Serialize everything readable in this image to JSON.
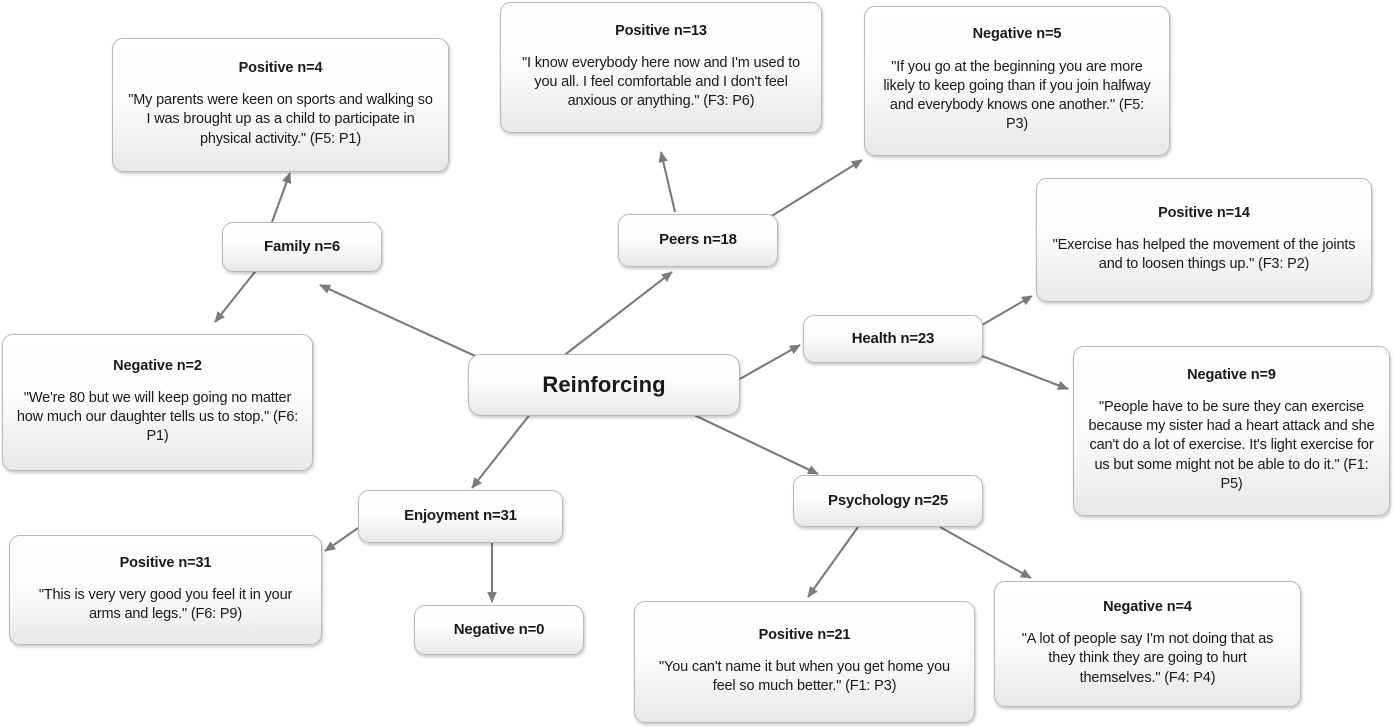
{
  "diagram": {
    "title": "Reinforcing",
    "palette": {
      "edge_color": "#7b7b7b",
      "node_border": "#b9b9b9",
      "node_fill_top": "#ffffff",
      "node_fill_bottom": "#e8e8e8",
      "text_color": "#1a1a1a",
      "background": "#ffffff"
    },
    "center": {
      "label": "Reinforcing"
    },
    "categories": [
      {
        "id": "family",
        "label": "Family n=6"
      },
      {
        "id": "peers",
        "label": "Peers n=18"
      },
      {
        "id": "health",
        "label": "Health n=23"
      },
      {
        "id": "enjoyment",
        "label": "Enjoyment n=31"
      },
      {
        "id": "psychology",
        "label": "Psychology n=25"
      }
    ],
    "quotes": [
      {
        "id": "family-positive",
        "title": "Positive n=4",
        "text": "\"My parents were keen on sports and walking so I was brought up as a child to participate in physical activity.\" (F5: P1)"
      },
      {
        "id": "family-negative",
        "title": "Negative n=2",
        "text": "\"We're 80 but we will keep going no matter how much our daughter tells us to stop.\" (F6: P1)"
      },
      {
        "id": "peers-positive",
        "title": "Positive n=13",
        "text": "\"I know everybody here now and I'm used to you all. I feel comfortable and I don't feel anxious or anything.\" (F3: P6)"
      },
      {
        "id": "peers-negative",
        "title": "Negative n=5",
        "text": "\"If you go at the beginning you are more likely to keep going than if you join halfway and everybody knows one another.\" (F5: P3)"
      },
      {
        "id": "health-positive",
        "title": "Positive n=14",
        "text": "\"Exercise has helped the movement of the joints and to loosen things up.\" (F3: P2)"
      },
      {
        "id": "health-negative",
        "title": "Negative n=9",
        "text": "\"People have to be sure they can exercise because my sister had a heart attack and she can't do a lot of exercise. It's light exercise for us but some might not be able to do it.\" (F1: P5)"
      },
      {
        "id": "enjoyment-positive",
        "title": "Positive n=31",
        "text": "\"This is very very good you feel it in your arms and legs.\" (F6: P9)"
      },
      {
        "id": "enjoyment-negative",
        "title": "Negative n=0",
        "text": ""
      },
      {
        "id": "psychology-positive",
        "title": "Positive n=21",
        "text": "\"You can't name it but when you get home you feel so much better.\" (F1: P3)"
      },
      {
        "id": "psychology-negative",
        "title": "Negative n=4",
        "text": "\"A lot of people say I'm not doing that as they think they are going to hurt themselves.\" (F4: P4)"
      }
    ],
    "edges": [
      {
        "from": "center",
        "to": "family"
      },
      {
        "from": "center",
        "to": "peers"
      },
      {
        "from": "center",
        "to": "health"
      },
      {
        "from": "center",
        "to": "enjoyment"
      },
      {
        "from": "center",
        "to": "psychology"
      },
      {
        "from": "family",
        "to": "family-positive"
      },
      {
        "from": "family",
        "to": "family-negative"
      },
      {
        "from": "peers",
        "to": "peers-positive"
      },
      {
        "from": "peers",
        "to": "peers-negative"
      },
      {
        "from": "health",
        "to": "health-positive"
      },
      {
        "from": "health",
        "to": "health-negative"
      },
      {
        "from": "enjoyment",
        "to": "enjoyment-positive"
      },
      {
        "from": "enjoyment",
        "to": "enjoyment-negative"
      },
      {
        "from": "psychology",
        "to": "psychology-positive"
      },
      {
        "from": "psychology",
        "to": "psychology-negative"
      }
    ]
  }
}
